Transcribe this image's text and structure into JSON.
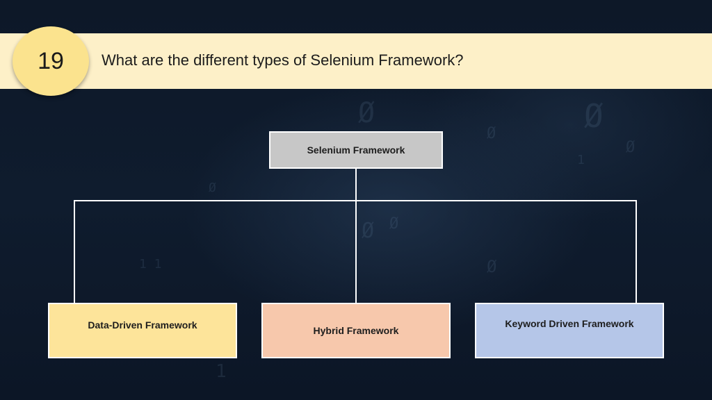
{
  "slide": {
    "number": "19",
    "title": "What are the different types of Selenium Framework?"
  },
  "diagram": {
    "root": "Selenium Framework",
    "children": [
      "Data-Driven Framework",
      "Hybrid Framework",
      "Keyword Driven Framework"
    ]
  },
  "colors": {
    "background": "#0f1b2c",
    "header_band": "#fdf0c8",
    "number_circle": "#fbe38e",
    "root_box": "#c7c7c7",
    "data_driven_box": "#fde49a",
    "hybrid_box": "#f7c8ac",
    "keyword_box": "#b5c6e8",
    "connector": "#ffffff"
  }
}
